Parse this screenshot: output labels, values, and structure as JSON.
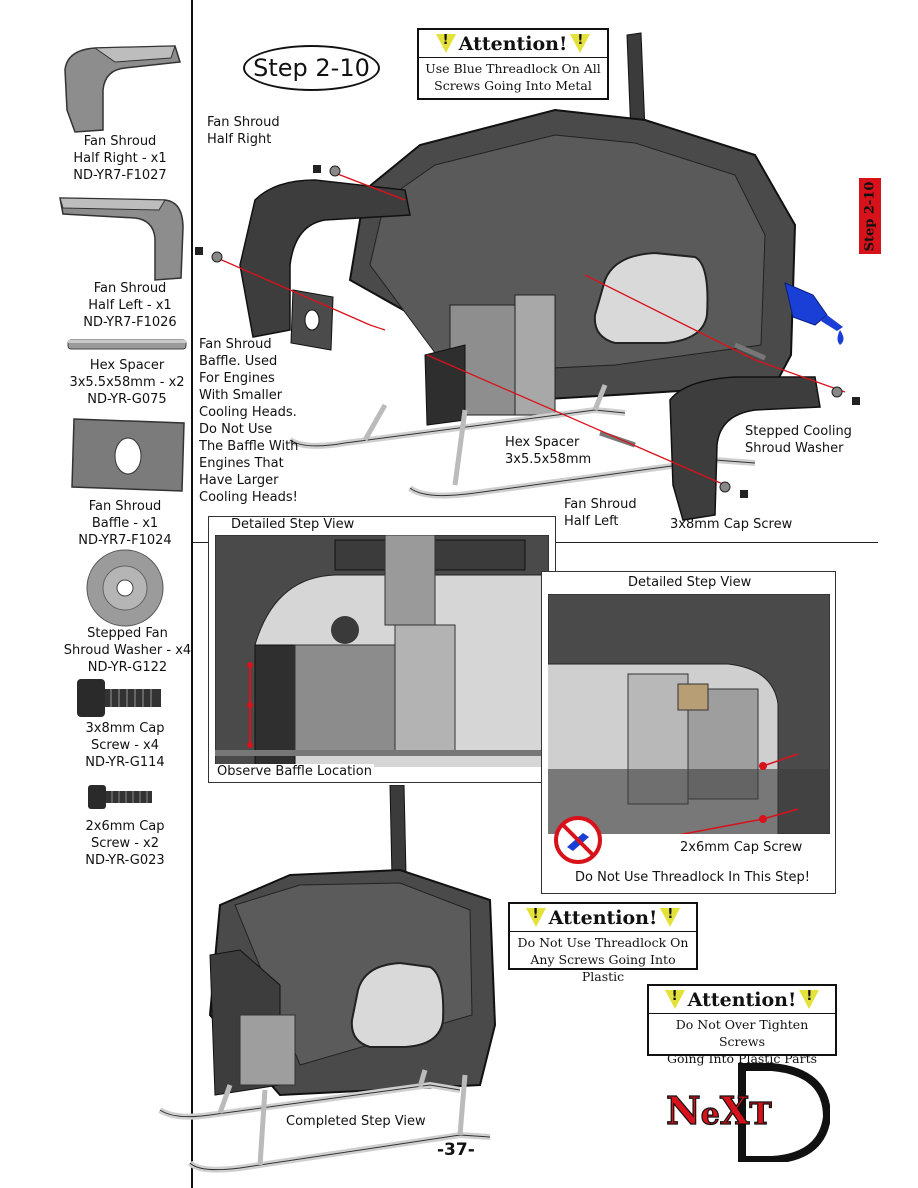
{
  "step_label": "Step 2-10",
  "side_tab": "Step 2-10",
  "attention_top": {
    "title": "Attention!",
    "text": "Use Blue Threadlock On All\nScrews Going Into Metal"
  },
  "attention_mid": {
    "title": "Attention!",
    "text": "Do Not Use Threadlock On\nAny Screws Going Into Plastic"
  },
  "attention_bottom": {
    "title": "Attention!",
    "text": "Do Not Over Tighten Screws\nGoing Into Plastic Parts"
  },
  "parts": [
    {
      "label": "Fan Shroud\nHalf Right - x1\nND-YR7-F1027"
    },
    {
      "label": "Fan Shroud\nHalf Left - x1\nND-YR7-F1026"
    },
    {
      "label": "Hex Spacer\n3x5.5x58mm - x2\nND-YR-G075"
    },
    {
      "label": "Fan Shroud\nBaffle - x1\nND-YR7-F1024"
    },
    {
      "label": "Stepped Fan\nShroud Washer - x4\nND-YR-G122"
    },
    {
      "label": "3x8mm Cap\nScrew - x4\nND-YR-G114"
    },
    {
      "label": "2x6mm Cap\nScrew - x2\nND-YR-G023"
    }
  ],
  "callouts": {
    "fan_shroud_right": "Fan Shroud\nHalf Right",
    "baffle_note": "Fan Shroud\nBaffle. Used\nFor Engines\nWith Smaller\nCooling Heads.\nDo Not Use\nThe Baffle With\nEngines That\nHave Larger\nCooling Heads!",
    "hex_spacer": "Hex Spacer\n3x5.5x58mm",
    "stepped_washer": "Stepped Cooling\nShroud Washer",
    "fan_shroud_left": "Fan Shroud\nHalf Left",
    "cap_screw_3x8": "3x8mm Cap Screw"
  },
  "detail_left": {
    "title": "Detailed Step View",
    "caption": "Observe Baffle Location"
  },
  "detail_right": {
    "title": "Detailed Step View",
    "screw_label": "2x6mm Cap Screw",
    "caption": "Do Not Use Threadlock In This Step!"
  },
  "completed_caption": "Completed Step View",
  "logo_text": "NexT",
  "page_number": "-37-",
  "colors": {
    "accent_red": "#d8121b",
    "warning_yellow": "#e4e23a",
    "frame_gray": "#4a4a4a",
    "threadlock_blue": "#1a3fd6"
  }
}
